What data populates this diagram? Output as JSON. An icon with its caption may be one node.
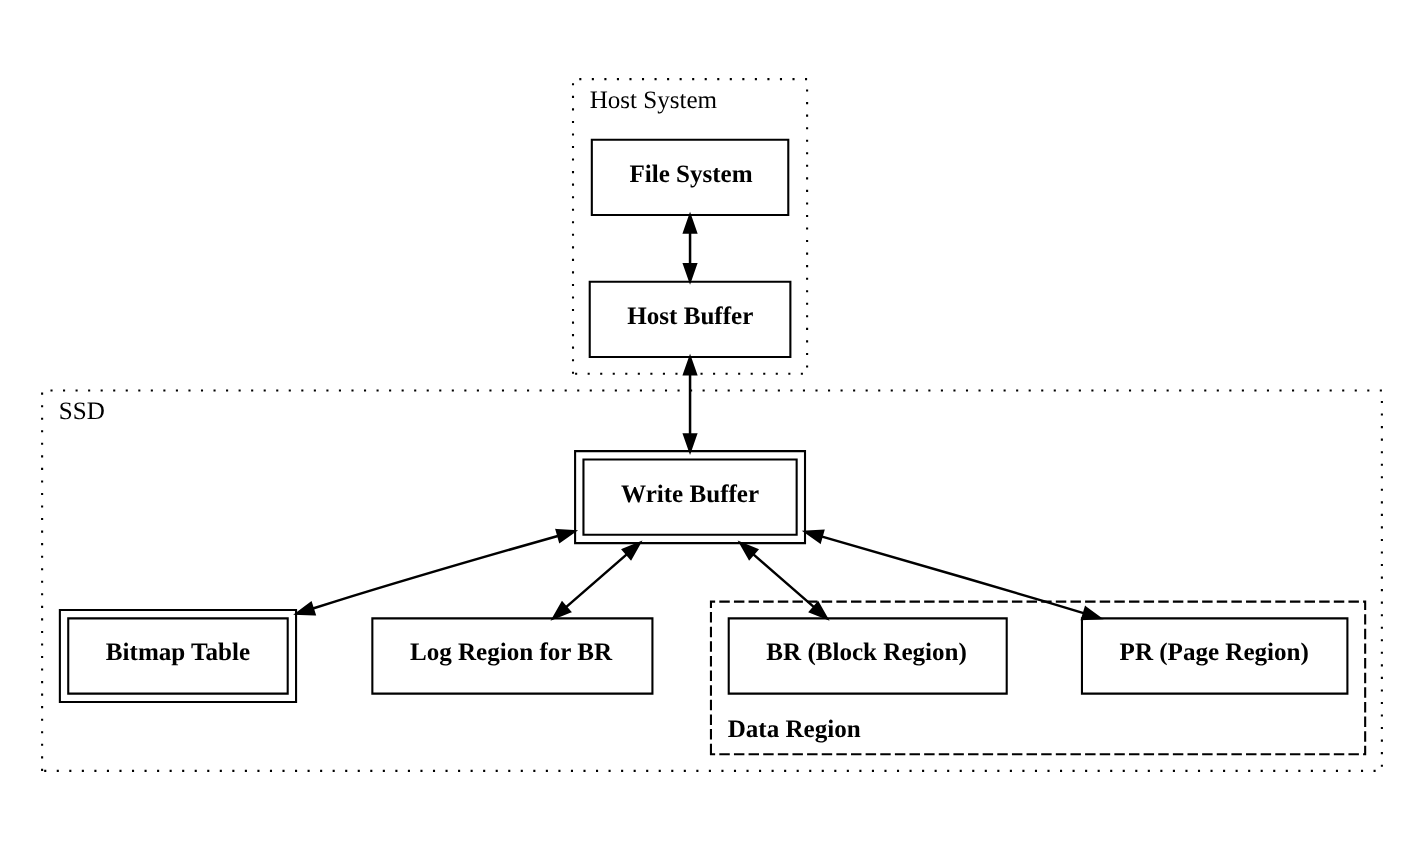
{
  "diagram": {
    "nodes": [
      {
        "text": [
          "Host System"
        ]
      },
      {
        "text": [
          "File System"
        ],
        "in": 0
      },
      {
        "text": [
          "Host Buffer"
        ],
        "in": 0
      },
      {
        "text": [
          "SSD"
        ]
      },
      {
        "text": [
          "Write Buffer"
        ],
        "in": 3
      },
      {
        "text": [
          "Bitmap Table"
        ],
        "in": 3
      },
      {
        "text": [
          "Log Region for BR"
        ],
        "in": 3
      },
      {
        "text": [
          "Data Region"
        ],
        "in": 3
      },
      {
        "text": [
          "PR (Page Region)"
        ],
        "in": 7
      },
      {
        "text": [
          "BR (Block Region)"
        ],
        "in": 7
      }
    ],
    "edges": [
      {
        "from": 1,
        "to": 2,
        "arrow": "both"
      },
      {
        "from": 2,
        "to": 4,
        "arrow": "both"
      },
      {
        "from": 4,
        "to": 5,
        "arrow": "both"
      },
      {
        "from": 4,
        "to": 6,
        "arrow": "both"
      },
      {
        "from": 4,
        "to": 8,
        "arrow": "both"
      },
      {
        "from": 4,
        "to": 9,
        "arrow": "both"
      }
    ]
  }
}
